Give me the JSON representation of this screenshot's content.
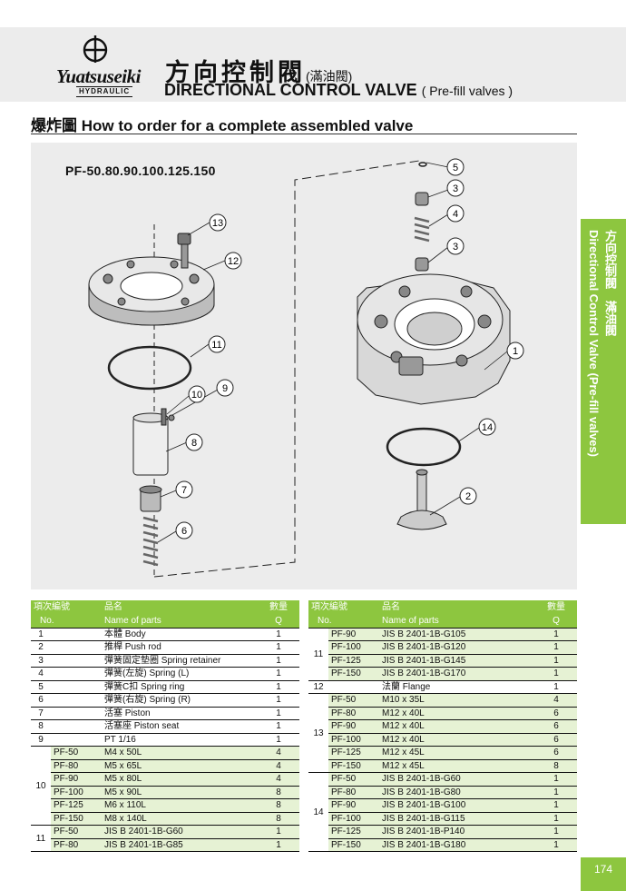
{
  "header": {
    "logo_name": "Yuatsuseiki",
    "logo_sub": "HYDRAULIC",
    "title_cn": "方向控制閥",
    "title_cn_sub": "(滿油閥)",
    "title_en": "DIRECTIONAL CONTROL VALVE",
    "title_en_sub": "( Pre-fill valves )"
  },
  "section_title": "爆炸圖 How to order for a complete assembled valve",
  "model_label": "PF-50.80.90.100.125.150",
  "callouts": [
    "13",
    "12",
    "11",
    "10",
    "9",
    "8",
    "7",
    "6",
    "5",
    "3",
    "4",
    "3",
    "1",
    "14",
    "2"
  ],
  "side_tab": {
    "line1": "方向控制閥　滿油閥",
    "line2": "Directional Control Valve (Pre-fill valves)"
  },
  "page_number": "174",
  "colors": {
    "accent": "#8dc63f",
    "panel": "#ececec",
    "sub_row": "#e6f2d4"
  },
  "table_headers": {
    "no_cn": "項次編號",
    "no_en": "No.",
    "name_cn": "品名",
    "name_en": "Name of parts",
    "q_cn": "數量",
    "q_en": "Q"
  },
  "left_rows": [
    {
      "no": "1",
      "name": "本體 Body",
      "q": "1"
    },
    {
      "no": "2",
      "name": "推桿 Push rod",
      "q": "1"
    },
    {
      "no": "3",
      "name": "彈簧固定墊圈 Spring retainer",
      "q": "1"
    },
    {
      "no": "4",
      "name": "彈簧(左旋) Spring (L)",
      "q": "1"
    },
    {
      "no": "5",
      "name": "彈簧C扣 Spring ring",
      "q": "1"
    },
    {
      "no": "6",
      "name": "彈簧(右旋) Spring (R)",
      "q": "1"
    },
    {
      "no": "7",
      "name": "活塞 Piston",
      "q": "1"
    },
    {
      "no": "8",
      "name": "活塞座 Piston seat",
      "q": "1"
    },
    {
      "no": "9",
      "name": "PT 1/16",
      "q": "1"
    }
  ],
  "left_group10": {
    "no": "10",
    "rows": [
      {
        "model": "PF-50",
        "name": "M4 x 50L",
        "q": "4"
      },
      {
        "model": "PF-80",
        "name": "M5 x 65L",
        "q": "4"
      },
      {
        "model": "PF-90",
        "name": "M5 x 80L",
        "q": "4"
      },
      {
        "model": "PF-100",
        "name": "M5 x 90L",
        "q": "8"
      },
      {
        "model": "PF-125",
        "name": "M6 x 110L",
        "q": "8"
      },
      {
        "model": "PF-150",
        "name": "M8 x 140L",
        "q": "8"
      }
    ]
  },
  "left_group11": {
    "no": "11",
    "rows": [
      {
        "model": "PF-50",
        "name": "JIS B 2401-1B-G60",
        "q": "1"
      },
      {
        "model": "PF-80",
        "name": "JIS B 2401-1B-G85",
        "q": "1"
      }
    ]
  },
  "right_group11": {
    "no": "11",
    "rows": [
      {
        "model": "PF-90",
        "name": "JIS B 2401-1B-G105",
        "q": "1"
      },
      {
        "model": "PF-100",
        "name": "JIS B 2401-1B-G120",
        "q": "1"
      },
      {
        "model": "PF-125",
        "name": "JIS B 2401-1B-G145",
        "q": "1"
      },
      {
        "model": "PF-150",
        "name": "JIS B 2401-1B-G170",
        "q": "1"
      }
    ]
  },
  "right_row12": {
    "no": "12",
    "name": "法蘭 Flange",
    "q": "1"
  },
  "right_group13": {
    "no": "13",
    "rows": [
      {
        "model": "PF-50",
        "name": "M10 x 35L",
        "q": "4"
      },
      {
        "model": "PF-80",
        "name": "M12 x 40L",
        "q": "6"
      },
      {
        "model": "PF-90",
        "name": "M12 x 40L",
        "q": "6"
      },
      {
        "model": "PF-100",
        "name": "M12 x 40L",
        "q": "6"
      },
      {
        "model": "PF-125",
        "name": "M12 x 45L",
        "q": "6"
      },
      {
        "model": "PF-150",
        "name": "M12 x 45L",
        "q": "8"
      }
    ]
  },
  "right_group14": {
    "no": "14",
    "rows": [
      {
        "model": "PF-50",
        "name": "JIS B 2401-1B-G60",
        "q": "1"
      },
      {
        "model": "PF-80",
        "name": "JIS B 2401-1B-G80",
        "q": "1"
      },
      {
        "model": "PF-90",
        "name": "JIS B 2401-1B-G100",
        "q": "1"
      },
      {
        "model": "PF-100",
        "name": "JIS B 2401-1B-G115",
        "q": "1"
      },
      {
        "model": "PF-125",
        "name": "JIS B 2401-1B-P140",
        "q": "1"
      },
      {
        "model": "PF-150",
        "name": "JIS B 2401-1B-G180",
        "q": "1"
      }
    ]
  }
}
